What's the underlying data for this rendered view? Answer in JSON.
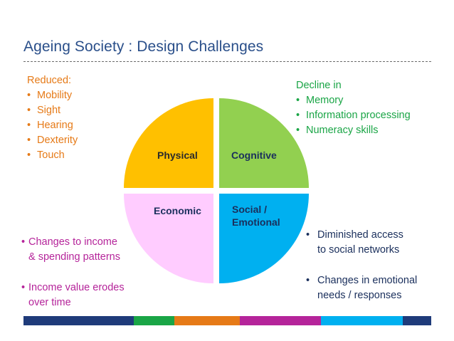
{
  "title": "Ageing Society : Design Challenges",
  "quadrants": {
    "physical": "Physical",
    "cognitive": "Cognitive",
    "economic": "Economic",
    "social_line1": "Social /",
    "social_line2": "Emotional"
  },
  "physical": {
    "heading": "Reduced:",
    "items": [
      "Mobility",
      "Sight",
      "Hearing",
      "Dexterity",
      "Touch"
    ]
  },
  "cognitive": {
    "heading": "Decline in",
    "items": [
      "Memory",
      "Information processing",
      "Numeracy skills"
    ]
  },
  "economic": {
    "items": [
      {
        "line1": "Changes to income",
        "line2": "& spending patterns"
      },
      {
        "line1": "Income value erodes",
        "line2": "over time"
      }
    ]
  },
  "social": {
    "items": [
      {
        "line1": "Diminished access",
        "line2": "to social networks"
      },
      {
        "line1": "Changes in emotional",
        "line2": "needs / responses"
      }
    ]
  },
  "colors": {
    "physical": "#FFC000",
    "cognitive": "#92D050",
    "economic": "#FFCCFF",
    "social": "#00B0F0",
    "title": "#2A4F8A"
  },
  "footer_colors": [
    "#1F3B7A",
    "#1AA546",
    "#E67A17",
    "#B5249A",
    "#00B0F0",
    "#1F3B7A"
  ]
}
